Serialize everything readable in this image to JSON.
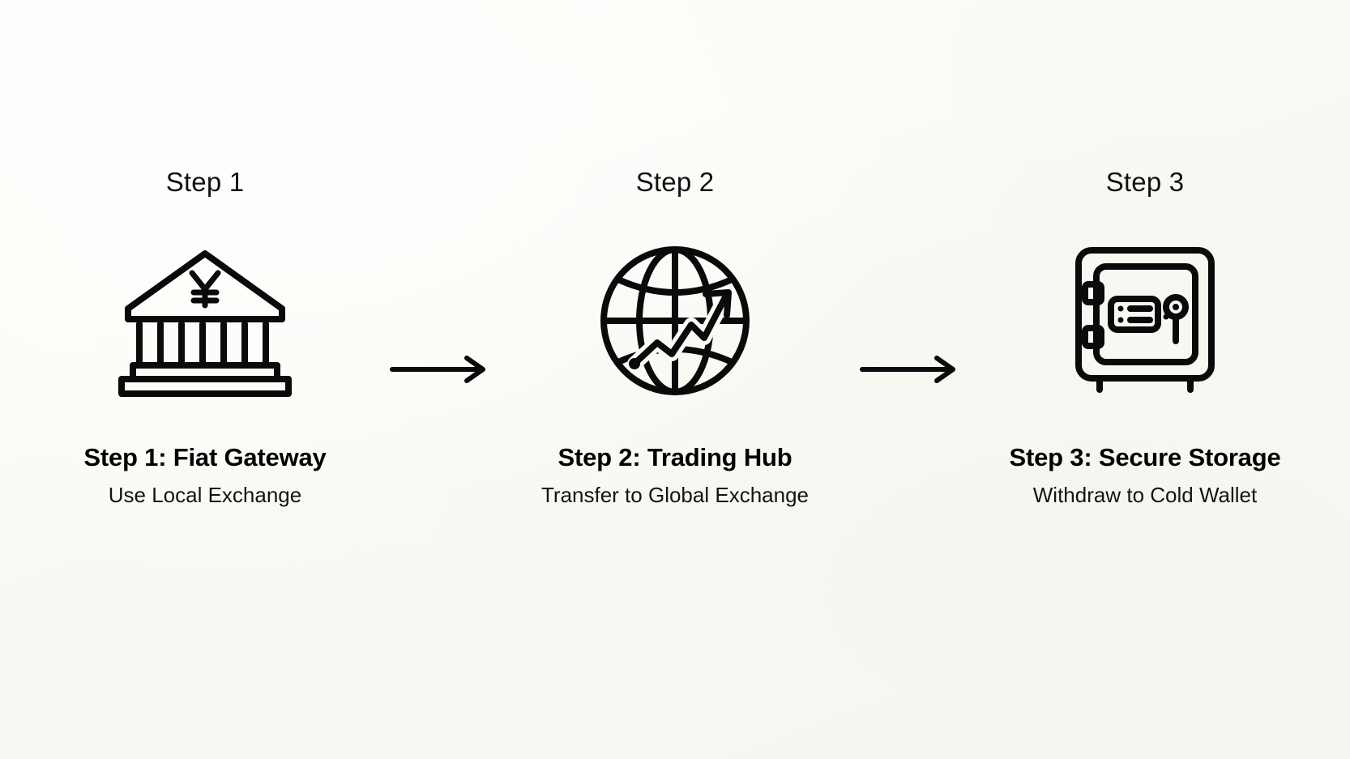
{
  "page": {
    "background_color": "#fbfbf6",
    "ink_color": "#0a0a0a",
    "type": "three-step-process-diagram"
  },
  "steps": [
    {
      "header": "Step 1",
      "icon": "bank-yen-icon",
      "title": "Step 1: Fiat Gateway",
      "subtitle": "Use Local Exchange"
    },
    {
      "header": "Step 2",
      "icon": "globe-trend-arrow-icon",
      "title": "Step 2: Trading Hub",
      "subtitle": "Transfer to Global Exchange"
    },
    {
      "header": "Step 3",
      "icon": "safe-vault-icon",
      "title": "Step 3: Secure Storage",
      "subtitle": "Withdraw to Cold Wallet"
    }
  ],
  "connectors": [
    {
      "name": "arrow-right-icon",
      "from": "Step 1",
      "to": "Step 2"
    },
    {
      "name": "arrow-right-icon",
      "from": "Step 2",
      "to": "Step 3"
    }
  ]
}
